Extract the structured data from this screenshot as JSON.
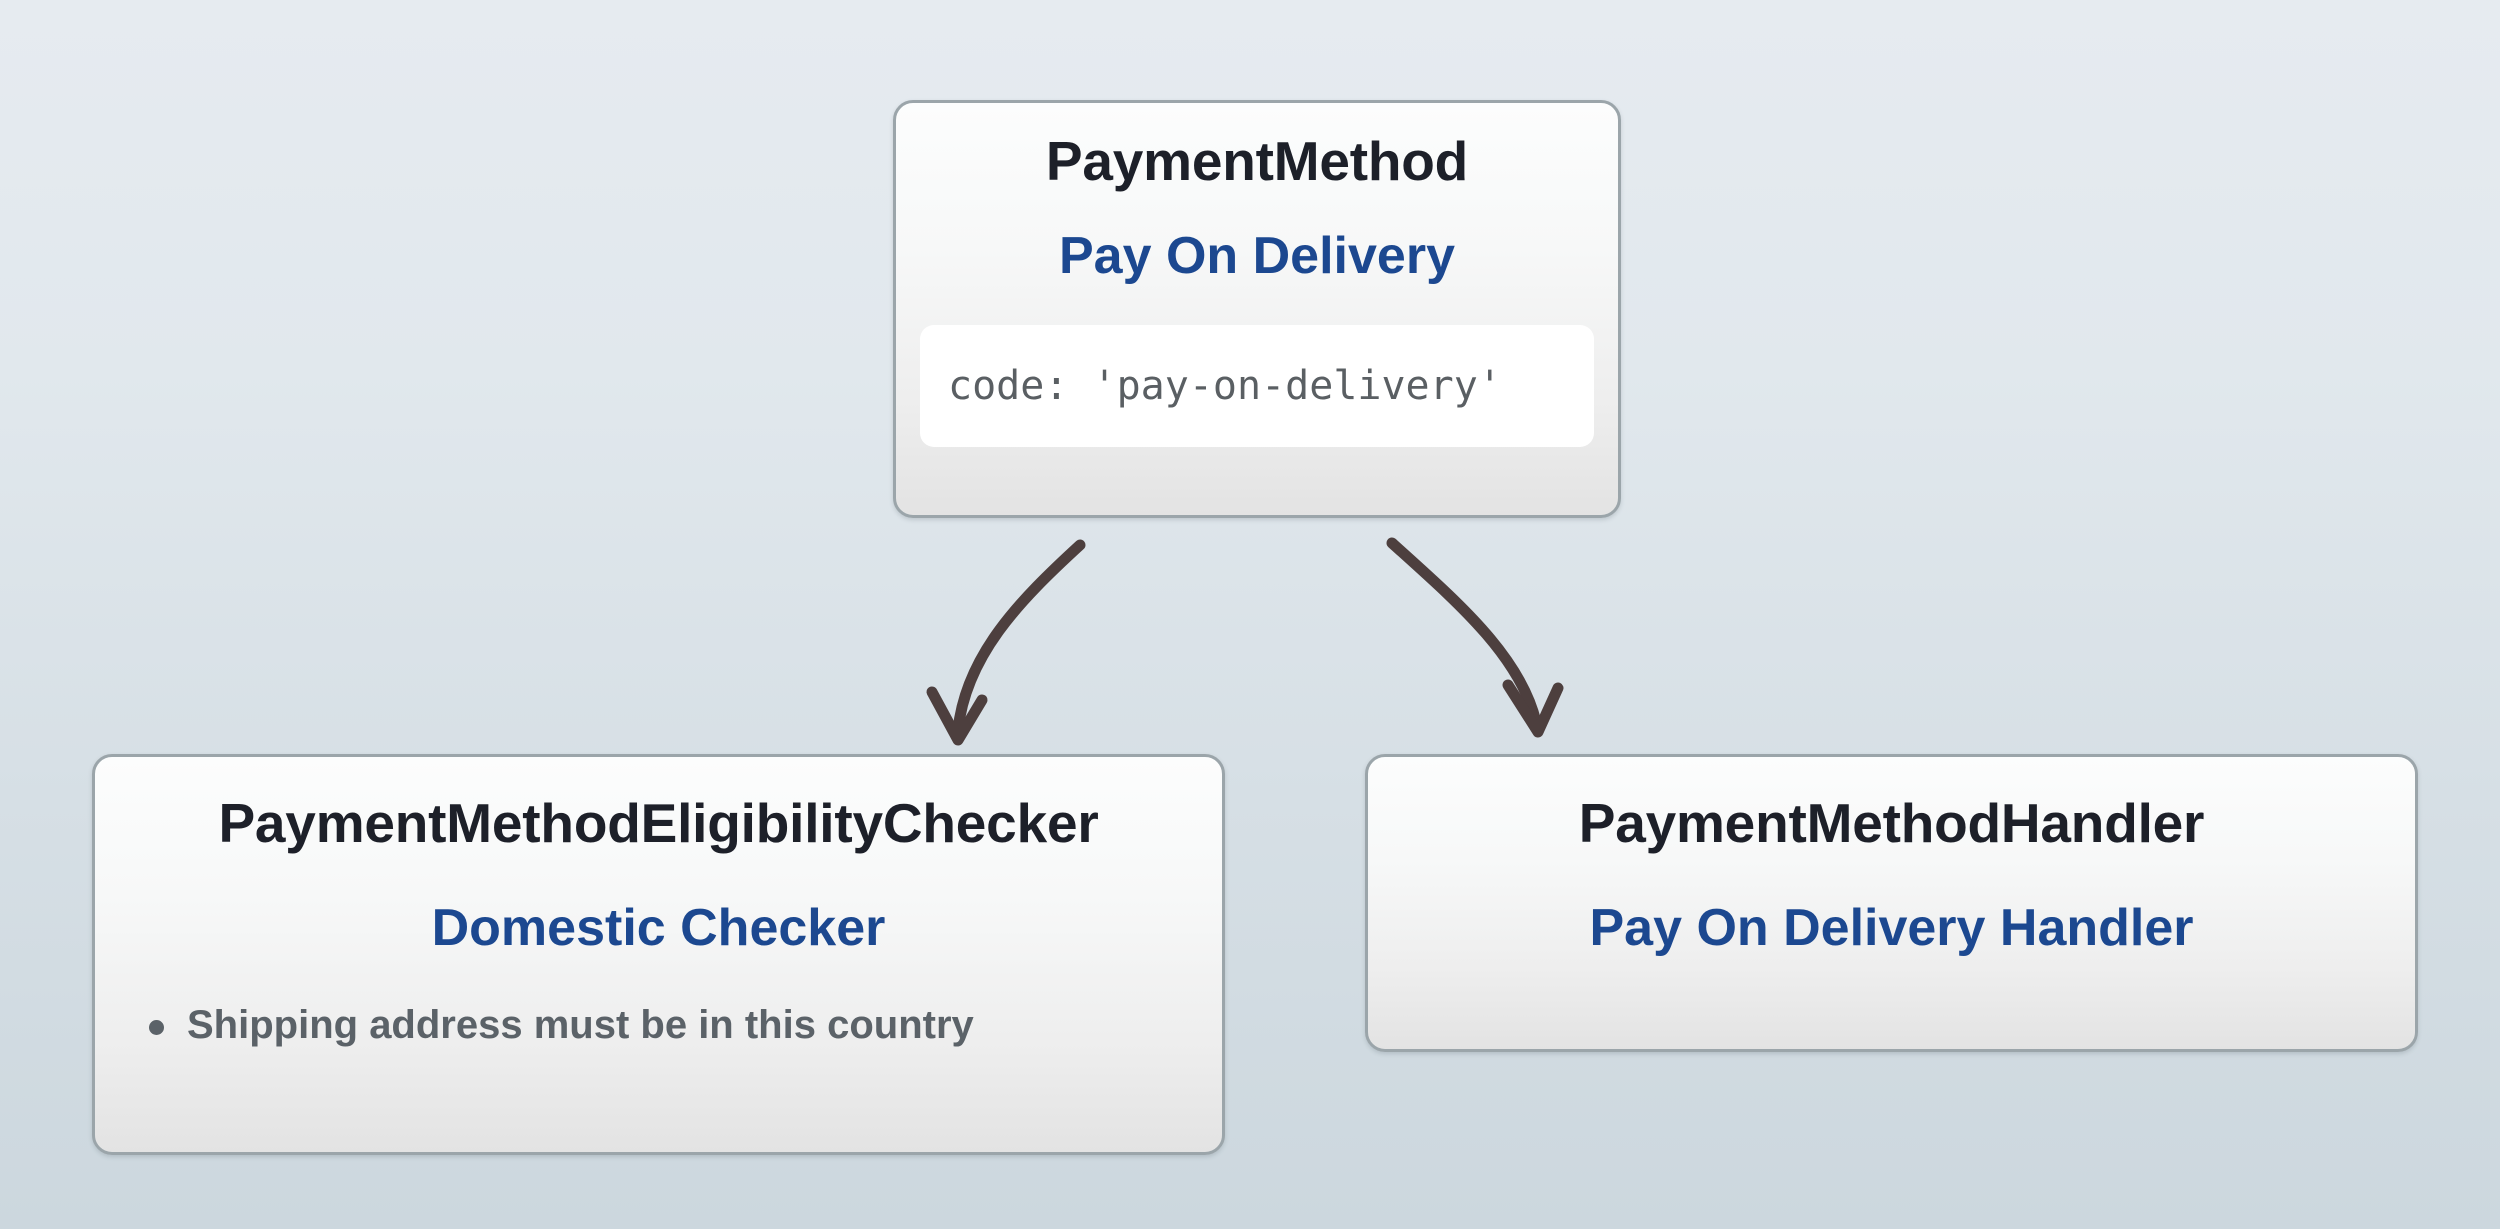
{
  "diagram": {
    "background_top_color": "#e6ebf0",
    "background_bottom_color": "#ccd7de",
    "node_border_color": "#9ba5aa",
    "title_color": "#1d2029",
    "subtitle_color": "#1c4890",
    "code_text_color": "#5a5f63",
    "bullet_text_color": "#5b6268",
    "arrow_color": "#4d3f3e"
  },
  "nodes": {
    "root": {
      "type_label": "PaymentMethod",
      "name_label": "Pay On Delivery",
      "code_line": "code: 'pay-on-delivery'"
    },
    "checker": {
      "type_label": "PaymentMethodEligibilityChecker",
      "name_label": "Domestic Checker",
      "bullets": [
        "Shipping address must be in this country"
      ]
    },
    "handler": {
      "type_label": "PaymentMethodHandler",
      "name_label": "Pay On Delivery Handler"
    }
  },
  "edges": [
    {
      "from": "root",
      "to": "checker",
      "style": "curved-arrow"
    },
    {
      "from": "root",
      "to": "handler",
      "style": "curved-arrow"
    }
  ]
}
